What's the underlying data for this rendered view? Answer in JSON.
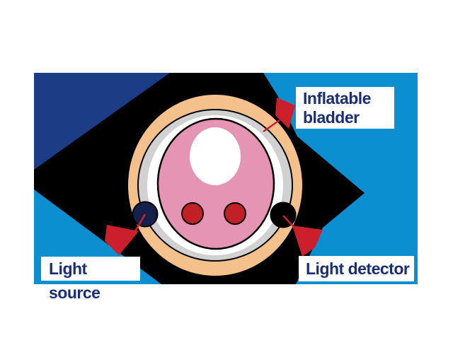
{
  "diagram": {
    "title_semantic": "cross-section of limb inside inflatable cuff with optical sensor",
    "labels": {
      "inflatable_bladder_line1": "Inflatable",
      "inflatable_bladder_line2": "bladder",
      "light_source": "Light source",
      "light_detector": "Light detector"
    },
    "colors": {
      "page_background": "#ffffff",
      "canvas_blue": "#0B8FD0",
      "band_black": "#000000",
      "corner_navy": "#1C3C85",
      "cuff_peach": "#F4C08C",
      "bladder_grey": "#D2D1D2",
      "gap_white": "#FFFFFF",
      "tissue_pink": "#E694B3",
      "bone_white": "#FFFFFF",
      "vessel_red": "#C22027",
      "pointer_red": "#CC1F2C",
      "label_background": "#FFFFFF",
      "label_text_navy": "#1A2E78",
      "light_source_dot_navy": "#141F4C",
      "light_detector_dot_black": "#000000"
    }
  }
}
